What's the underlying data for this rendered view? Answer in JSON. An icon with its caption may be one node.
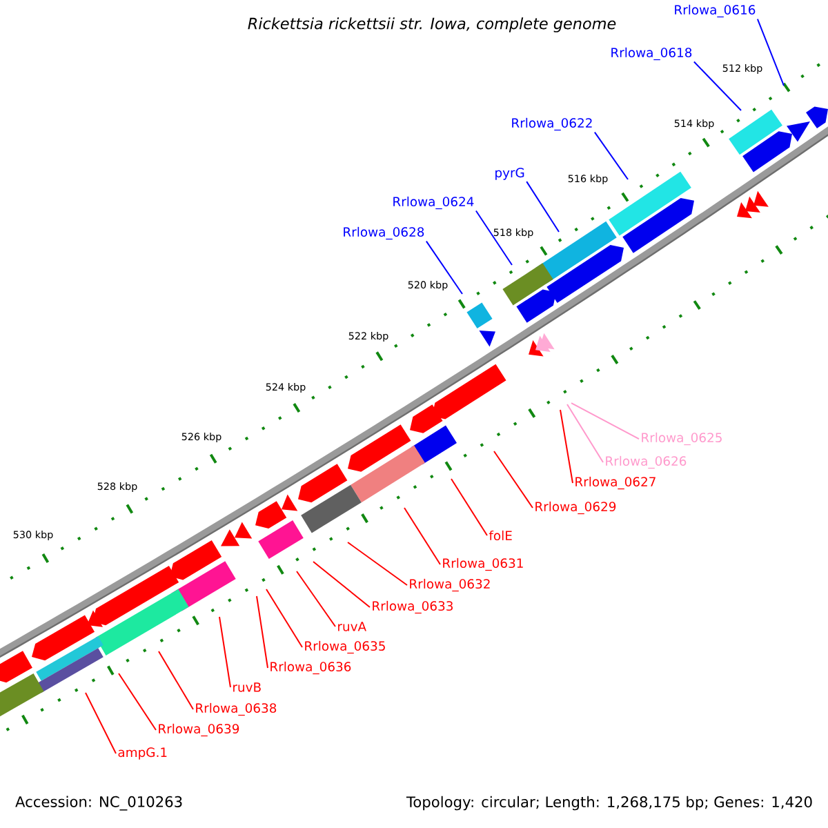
{
  "diagram": {
    "title": "Rickettsia rickettsii str. Iowa, complete genome",
    "nodes": [
      {
        "text": [
          "Rrlowa_0616"
        ]
      },
      {
        "text": [
          "Rrlowa_0618"
        ]
      },
      {
        "text": [
          "Rrlowa_0622"
        ]
      },
      {
        "text": [
          "pyrG"
        ]
      },
      {
        "text": [
          "Rrlowa_0624"
        ]
      },
      {
        "text": [
          "Rrlowa_0628"
        ]
      },
      {
        "text": [
          "Rrlowa_0625"
        ]
      },
      {
        "text": [
          "Rrlowa_0626"
        ]
      },
      {
        "text": [
          "Rrlowa_0627"
        ]
      },
      {
        "text": [
          "Rrlowa_0629"
        ]
      },
      {
        "text": [
          "folE"
        ]
      },
      {
        "text": [
          "Rrlowa_0631"
        ]
      },
      {
        "text": [
          "Rrlowa_0632"
        ]
      },
      {
        "text": [
          "Rrlowa_0633"
        ]
      },
      {
        "text": [
          "ruvA"
        ]
      },
      {
        "text": [
          "Rrlowa_0635"
        ]
      },
      {
        "text": [
          "Rrlowa_0636"
        ]
      },
      {
        "text": [
          "ruvB"
        ]
      },
      {
        "text": [
          "Rrlowa_0638"
        ]
      },
      {
        "text": [
          "Rrlowa_0639"
        ]
      },
      {
        "text": [
          "ampG.1"
        ]
      }
    ],
    "edges": [
      {
        "from": 0,
        "to": null,
        "arrow": "none",
        "color": "#0000ff"
      },
      {
        "from": 1,
        "to": null,
        "arrow": "none",
        "color": "#0000ff"
      },
      {
        "from": 2,
        "to": null,
        "arrow": "none",
        "color": "#0000ff"
      },
      {
        "from": 3,
        "to": null,
        "arrow": "none",
        "color": "#0000ff"
      },
      {
        "from": 4,
        "to": null,
        "arrow": "none",
        "color": "#0000ff"
      },
      {
        "from": 5,
        "to": null,
        "arrow": "none",
        "color": "#0000ff"
      },
      {
        "from": 6,
        "to": null,
        "arrow": "none",
        "color": "#ff99cc"
      },
      {
        "from": 7,
        "to": null,
        "arrow": "none",
        "color": "#ff99cc"
      },
      {
        "from": 8,
        "to": null,
        "arrow": "none"
      },
      {
        "from": 9,
        "to": null,
        "arrow": "none"
      },
      {
        "from": 10,
        "to": null,
        "arrow": "none"
      },
      {
        "from": 11,
        "to": null,
        "arrow": "none"
      },
      {
        "from": 12,
        "to": null,
        "arrow": "none"
      },
      {
        "from": 13,
        "to": null,
        "arrow": "none"
      },
      {
        "from": 14,
        "to": null,
        "arrow": "none"
      },
      {
        "from": 15,
        "to": null,
        "arrow": "none"
      },
      {
        "from": 16,
        "to": null,
        "arrow": "none"
      },
      {
        "from": 17,
        "to": null,
        "arrow": "none"
      },
      {
        "from": 18,
        "to": null,
        "arrow": "none"
      },
      {
        "from": 19,
        "to": null,
        "arrow": "none"
      },
      {
        "from": 20,
        "to": null,
        "arrow": "none"
      }
    ],
    "labels": [
      "512 kbp",
      "514 kbp",
      "516 kbp",
      "518 kbp",
      "520 kbp",
      "522 kbp",
      "524 kbp",
      "526 kbp",
      "528 kbp",
      "530 kbp",
      "Accession: NC_010263",
      "Topology: circular; Length: 1,268,175 bp; Genes: 1,420"
    ]
  }
}
